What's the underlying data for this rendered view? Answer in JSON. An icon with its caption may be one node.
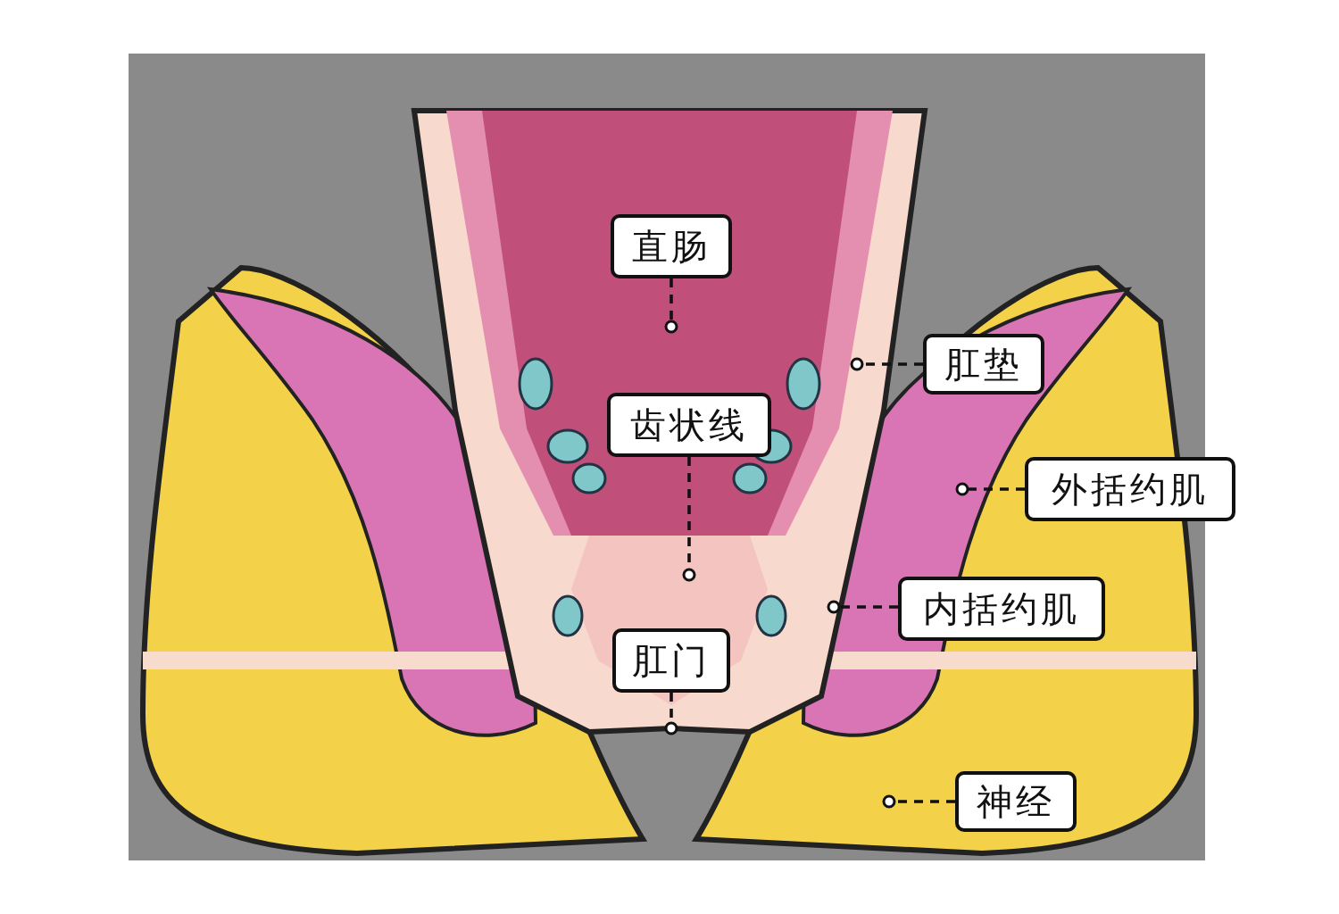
{
  "diagram": {
    "nodes": [
      {
        "text": [
          "直肠"
        ]
      },
      {
        "text": [
          "齿状线"
        ]
      },
      {
        "text": [
          "肛门"
        ]
      },
      {
        "text": [
          "肛垫"
        ]
      },
      {
        "text": [
          "外括约肌"
        ]
      },
      {
        "text": [
          "内括约肌"
        ]
      },
      {
        "text": [
          "神经"
        ]
      }
    ],
    "edges": [
      {
        "from": 0,
        "to": null,
        "arrow": "other"
      },
      {
        "from": 1,
        "to": null,
        "arrow": "other"
      },
      {
        "from": 2,
        "to": null,
        "arrow": "other"
      },
      {
        "from": 3,
        "to": null,
        "arrow": "other"
      },
      {
        "from": 4,
        "to": null,
        "arrow": "other"
      },
      {
        "from": 5,
        "to": null,
        "arrow": "other"
      },
      {
        "from": 6,
        "to": null,
        "arrow": "other"
      }
    ]
  }
}
